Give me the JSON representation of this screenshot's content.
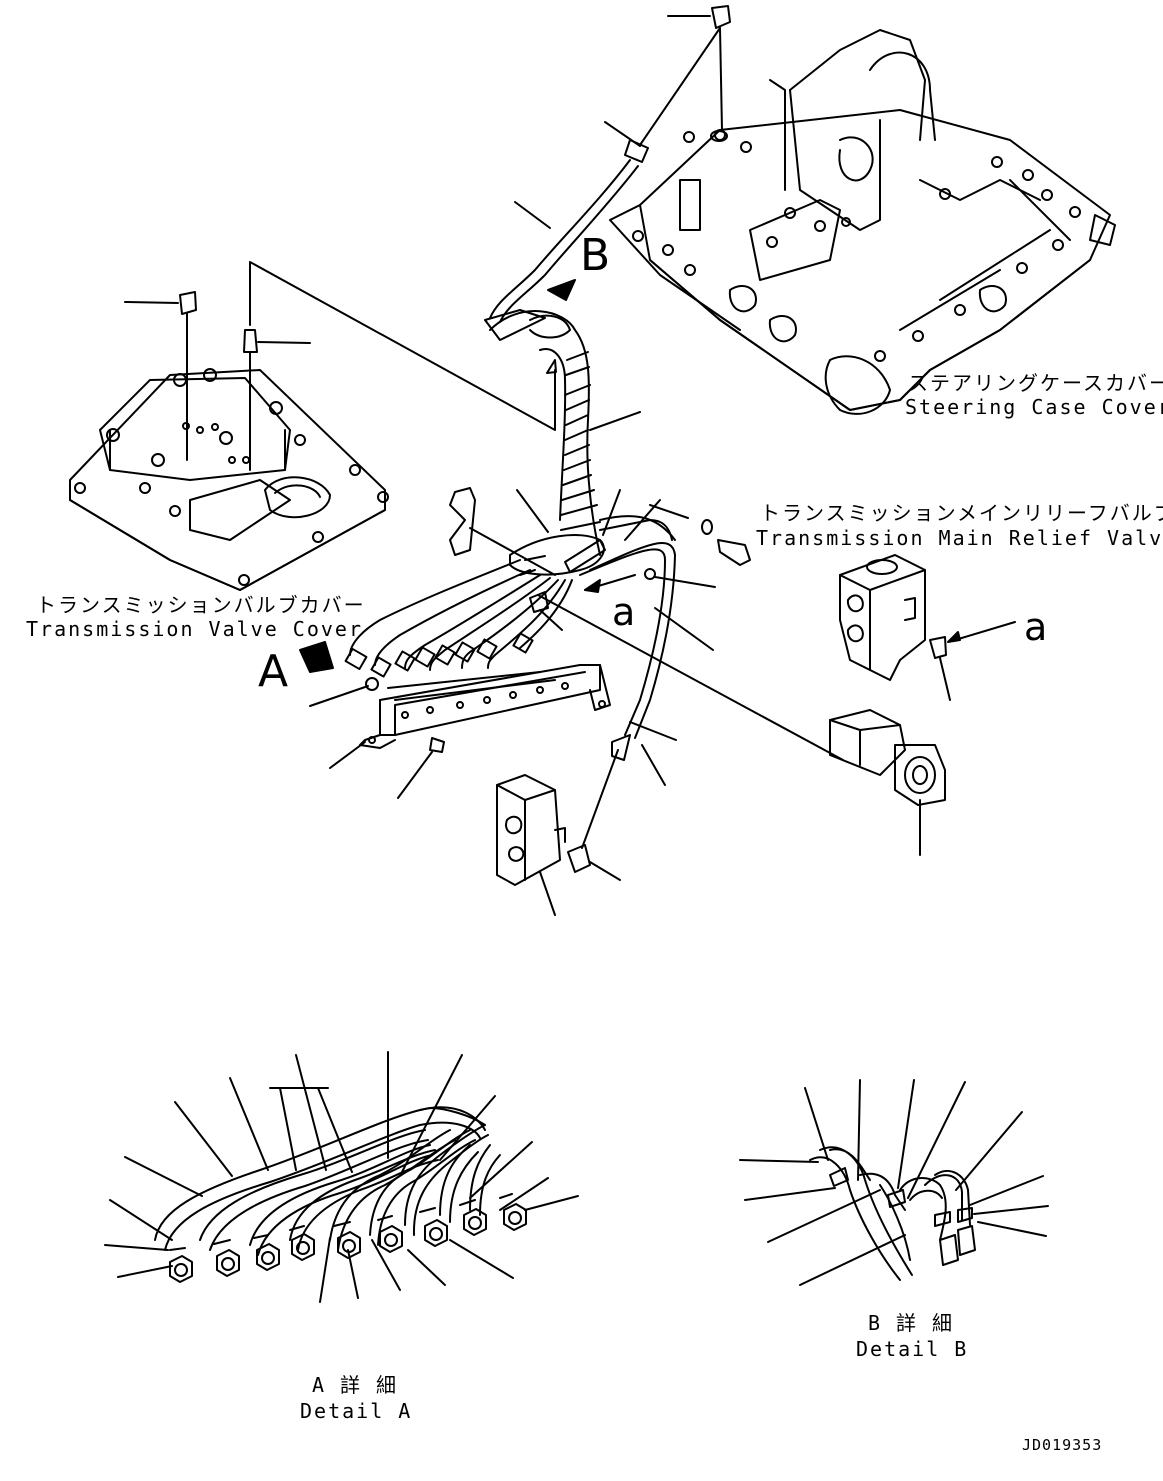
{
  "labels": {
    "steering_ja": "ステアリングケースカバー",
    "steering_en": "Steering Case Cover",
    "relief_ja": "トランスミッションメインリリーフバルブ",
    "relief_en": "Transmission Main Relief Valve",
    "valve_cover_ja": "トランスミッションバルブカバー",
    "valve_cover_en": "Transmission Valve Cover",
    "detail_a_ja": "A 詳 細",
    "detail_a_en": "Detail A",
    "detail_b_ja": "B 詳 細",
    "detail_b_en": "Detail B"
  },
  "markers": {
    "A": "A",
    "B": "B",
    "a1": "a",
    "a2": "a"
  },
  "drawing_id": "JD019353"
}
